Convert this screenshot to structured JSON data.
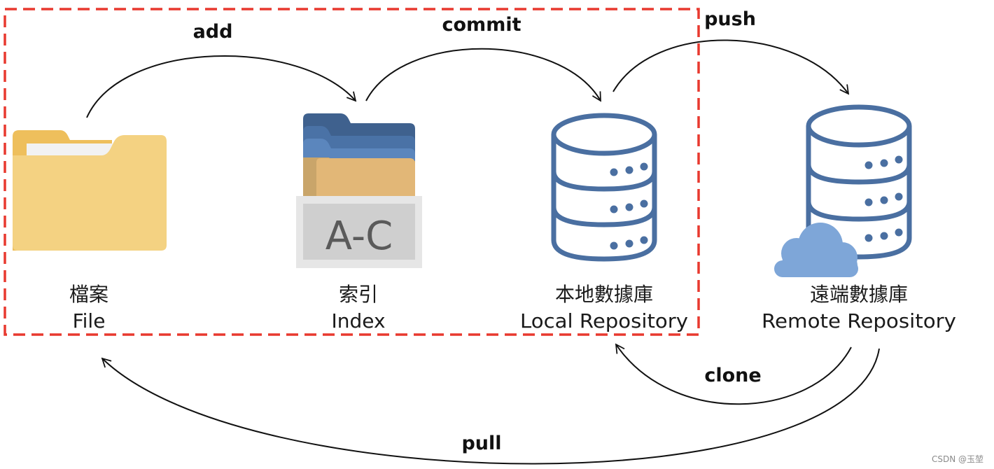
{
  "operations": {
    "add": "add",
    "commit": "commit",
    "push": "push",
    "clone": "clone",
    "pull": "pull"
  },
  "nodes": {
    "file": {
      "zh": "檔案",
      "en": "File",
      "icon": "folder-icon"
    },
    "index": {
      "zh": "索引",
      "en": "Index",
      "icon": "index-folders-icon",
      "card_text": "A-C"
    },
    "local": {
      "zh": "本地數據庫",
      "en": "Local Repository",
      "icon": "database-icon"
    },
    "remote": {
      "zh": "遠端數據庫",
      "en": "Remote Repository",
      "icon": "cloud-database-icon"
    }
  },
  "watermark": "CSDN @玉堃",
  "colors": {
    "folder": "#f4d282",
    "database_stroke": "#4a6fa1",
    "cloud": "#7ea6d8",
    "boundary": "#e8392f"
  }
}
